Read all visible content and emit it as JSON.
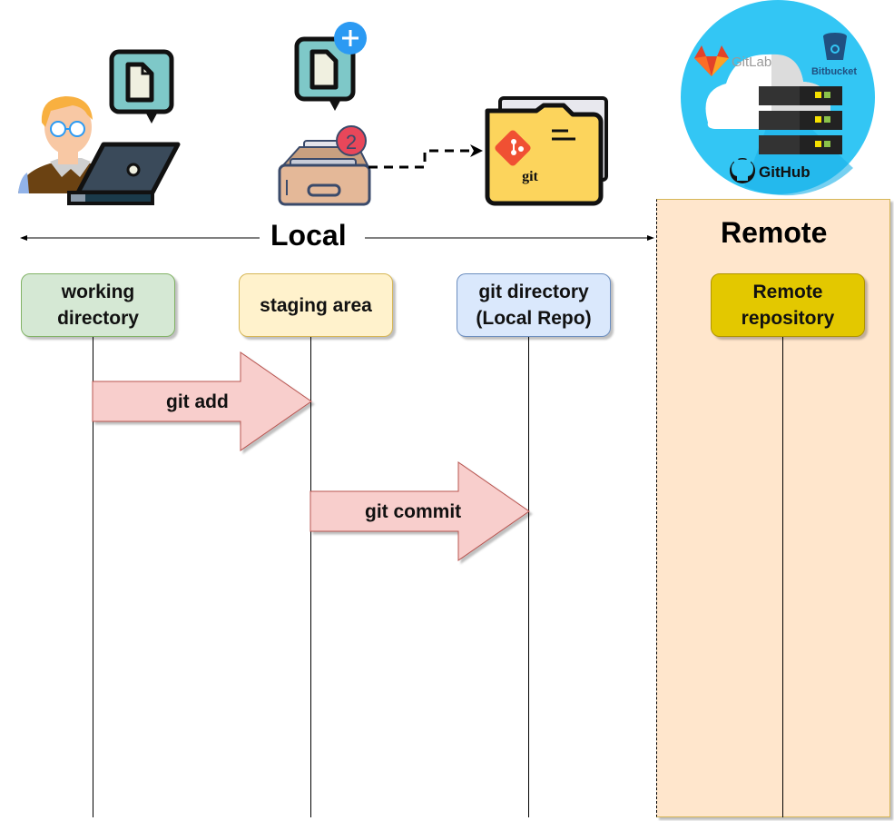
{
  "sections": {
    "local": {
      "title": "Local"
    },
    "remote": {
      "title": "Remote"
    }
  },
  "nodes": [
    {
      "id": "working-directory",
      "line1": "working",
      "line2": "directory",
      "fill": "#d5e8d4",
      "stroke": "#82b366"
    },
    {
      "id": "staging-area",
      "line1": "staging area",
      "line2": "",
      "fill": "#fff2cc",
      "stroke": "#d6b656"
    },
    {
      "id": "git-directory",
      "line1": "git directory",
      "line2": "(Local Repo)",
      "fill": "#dae8fc",
      "stroke": "#6c8ebf"
    },
    {
      "id": "remote-repository",
      "line1": "Remote",
      "line2": "repository",
      "fill": "#e3c800",
      "stroke": "#b09500"
    }
  ],
  "arrows": [
    {
      "label": "git add",
      "from": "working-directory",
      "to": "staging-area",
      "fill": "#f8cecc",
      "stroke": "#b85450"
    },
    {
      "label": "git commit",
      "from": "staging-area",
      "to": "git-directory",
      "fill": "#f8cecc",
      "stroke": "#b85450"
    }
  ],
  "illustrations": {
    "developer": {
      "icon": "developer-laptop-icon"
    },
    "staging": {
      "icon": "inbox-tray-icon",
      "badge_count": "2"
    },
    "local_repo": {
      "icon": "git-folder-icon",
      "label": "git"
    },
    "remote_hosts": {
      "icon": "cloud-servers-icon",
      "brands": [
        "GitLab",
        "Bitbucket",
        "GitHub"
      ]
    }
  }
}
